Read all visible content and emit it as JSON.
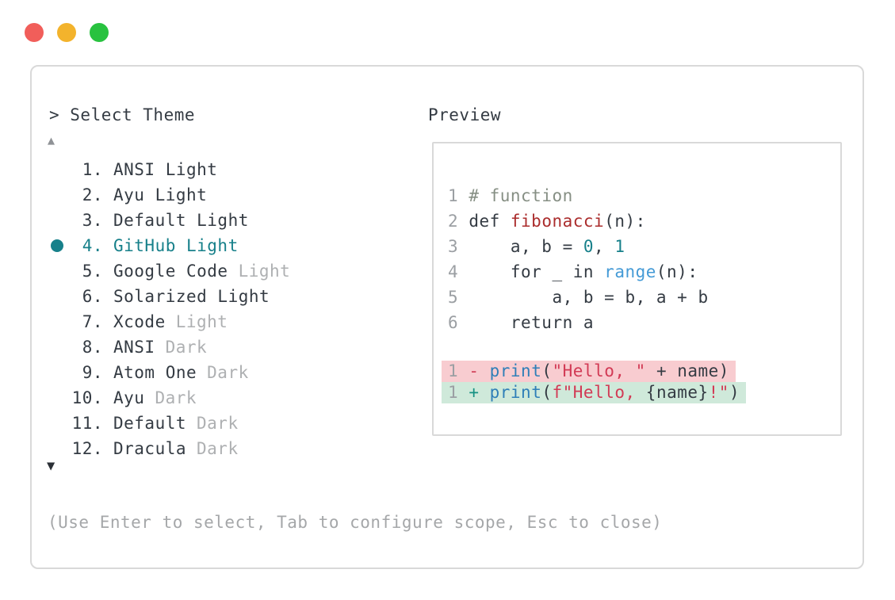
{
  "colors": {
    "accent_teal": "#17808a",
    "ink": "#343b43",
    "muted": "#aeb0b2",
    "hint_gray": "#a5a7a9",
    "lineno_gray": "#9b9fa3",
    "comment_green": "#868f84",
    "function_red": "#ab2d2d",
    "number_teal": "#17808a",
    "builtin_blue": "#449ad6",
    "print_blue": "#2f7fb8",
    "string_crimson": "#d23a55",
    "diff_minus_red": "#d23f57",
    "diff_plus_teal": "#169183",
    "removed_bg": "#f8ccd0",
    "added_bg": "#cfe9da",
    "border_gray": "#d9d9d9",
    "scroll_up_gray": "#8f9296",
    "scroll_down_dark": "#2b3036",
    "traffic_red": "#f15e5a",
    "traffic_yellow": "#f3b32c",
    "traffic_green": "#28c23f"
  },
  "window": {
    "controls": [
      {
        "name": "close",
        "color_key": "traffic_red"
      },
      {
        "name": "minimize",
        "color_key": "traffic_yellow"
      },
      {
        "name": "zoom",
        "color_key": "traffic_green"
      }
    ]
  },
  "theme_picker": {
    "prompt": "> Select Theme",
    "scroll_up": "▲",
    "scroll_down": "▼",
    "items": [
      {
        "num": "1.",
        "name": "ANSI Light",
        "suffix": "",
        "selected": false
      },
      {
        "num": "2.",
        "name": "Ayu Light",
        "suffix": "",
        "selected": false
      },
      {
        "num": "3.",
        "name": "Default Light",
        "suffix": "",
        "selected": false
      },
      {
        "num": "4.",
        "name": "GitHub Light",
        "suffix": "",
        "selected": true
      },
      {
        "num": "5.",
        "name": "Google Code",
        "suffix": "Light",
        "selected": false
      },
      {
        "num": "6.",
        "name": "Solarized Light",
        "suffix": "",
        "selected": false
      },
      {
        "num": "7.",
        "name": "Xcode",
        "suffix": "Light",
        "selected": false
      },
      {
        "num": "8.",
        "name": "ANSI",
        "suffix": "Dark",
        "selected": false
      },
      {
        "num": "9.",
        "name": "Atom One",
        "suffix": "Dark",
        "selected": false
      },
      {
        "num": "10.",
        "name": "Ayu",
        "suffix": "Dark",
        "selected": false
      },
      {
        "num": "11.",
        "name": "Default",
        "suffix": "Dark",
        "selected": false
      },
      {
        "num": "12.",
        "name": "Dracula",
        "suffix": "Dark",
        "selected": false
      }
    ],
    "hint": "(Use Enter to select, Tab to configure scope, Esc to close)"
  },
  "preview": {
    "title": "Preview",
    "lines": [
      {
        "diff": "",
        "tokens": [
          {
            "t": "1",
            "c": "lineno"
          },
          {
            "t": " ",
            "c": "plain"
          },
          {
            "t": "# function",
            "c": "comment"
          }
        ]
      },
      {
        "diff": "",
        "tokens": [
          {
            "t": "2",
            "c": "lineno"
          },
          {
            "t": " ",
            "c": "plain"
          },
          {
            "t": "def ",
            "c": "plain"
          },
          {
            "t": "fibonacci",
            "c": "func"
          },
          {
            "t": "(n):",
            "c": "plain"
          }
        ]
      },
      {
        "diff": "",
        "tokens": [
          {
            "t": "3",
            "c": "lineno"
          },
          {
            "t": "     a, b = ",
            "c": "plain"
          },
          {
            "t": "0",
            "c": "number"
          },
          {
            "t": ", ",
            "c": "plain"
          },
          {
            "t": "1",
            "c": "number"
          }
        ]
      },
      {
        "diff": "",
        "tokens": [
          {
            "t": "4",
            "c": "lineno"
          },
          {
            "t": "     for _ in ",
            "c": "plain"
          },
          {
            "t": "range",
            "c": "builtin"
          },
          {
            "t": "(n):",
            "c": "plain"
          }
        ]
      },
      {
        "diff": "",
        "tokens": [
          {
            "t": "5",
            "c": "lineno"
          },
          {
            "t": "         a, b = b, a + b",
            "c": "plain"
          }
        ]
      },
      {
        "diff": "",
        "tokens": [
          {
            "t": "6",
            "c": "lineno"
          },
          {
            "t": "     return a",
            "c": "plain"
          }
        ]
      },
      {
        "diff": "",
        "tokens": []
      },
      {
        "diff": "removed",
        "tokens": [
          {
            "t": "1",
            "c": "lineno"
          },
          {
            "t": " ",
            "c": "plain"
          },
          {
            "t": "-",
            "c": "minus"
          },
          {
            "t": " ",
            "c": "plain"
          },
          {
            "t": "print",
            "c": "print"
          },
          {
            "t": "(",
            "c": "plain"
          },
          {
            "t": "\"Hello, \"",
            "c": "string"
          },
          {
            "t": " + name)",
            "c": "plain"
          }
        ]
      },
      {
        "diff": "added",
        "tokens": [
          {
            "t": "1",
            "c": "lineno"
          },
          {
            "t": " ",
            "c": "plain"
          },
          {
            "t": "+",
            "c": "plus"
          },
          {
            "t": " ",
            "c": "plain"
          },
          {
            "t": "print",
            "c": "print"
          },
          {
            "t": "(",
            "c": "plain"
          },
          {
            "t": "f\"Hello, ",
            "c": "string"
          },
          {
            "t": "{name}",
            "c": "plain"
          },
          {
            "t": "!\"",
            "c": "string"
          },
          {
            "t": ")",
            "c": "plain"
          }
        ]
      }
    ]
  }
}
